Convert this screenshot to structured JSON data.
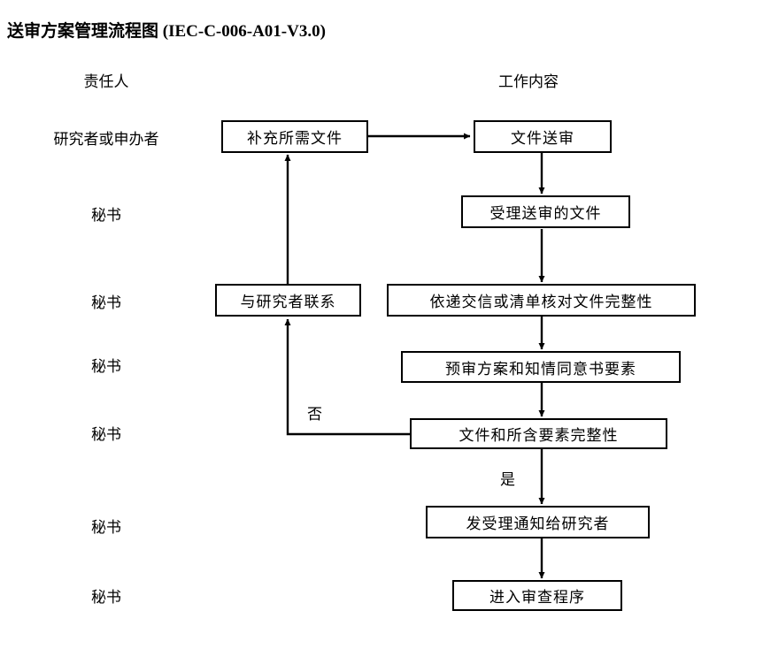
{
  "title": "送审方案管理流程图  (IEC-C-006-A01-V3.0)",
  "columns": {
    "responsible_header": "责任人",
    "content_header": "工作内容"
  },
  "roles": [
    {
      "label": "研究者或申办者"
    },
    {
      "label": "秘书"
    },
    {
      "label": "秘书"
    },
    {
      "label": "秘书"
    },
    {
      "label": "秘书"
    },
    {
      "label": "秘书"
    },
    {
      "label": "秘书"
    }
  ],
  "nodes": {
    "supplement_docs": "补充所需文件",
    "submit_docs": "文件送审",
    "accept_docs": "受理送审的文件",
    "contact_investigator": "与研究者联系",
    "check_by_list": "依递交信或清单核对文件完整性",
    "pre_review": "预审方案和知情同意书要素",
    "completeness_decision": "文件和所含要素完整性",
    "send_notice": "发受理通知给研究者",
    "enter_review": "进入审查程序"
  },
  "edge_labels": {
    "no": "否",
    "yes": "是"
  },
  "colors": {
    "stroke": "#000000",
    "background": "#ffffff",
    "text": "#000000"
  }
}
